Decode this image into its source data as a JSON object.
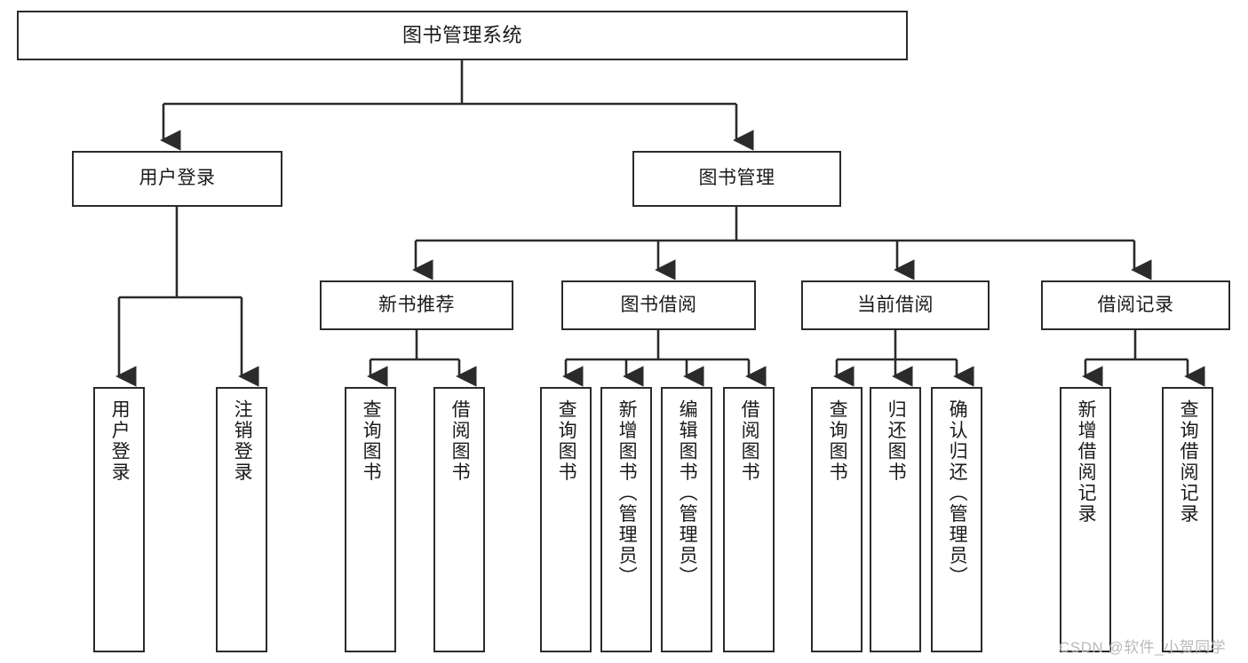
{
  "diagram": {
    "title": "图书管理系统",
    "type": "tree",
    "colors": {
      "stroke": "#2b2b2b",
      "fill": "#ffffff",
      "text": "#1a1a1a",
      "watermark": "#b9b9b9"
    },
    "watermark": "CSDN @软件_小贺同学"
  },
  "nodes": {
    "root": {
      "label": "图书管理系统"
    },
    "level2": [
      {
        "label": "用户登录"
      },
      {
        "label": "图书管理"
      }
    ],
    "level3": [
      {
        "label": "新书推荐"
      },
      {
        "label": "图书借阅"
      },
      {
        "label": "当前借阅"
      },
      {
        "label": "借阅记录"
      }
    ],
    "leaves": {
      "user_login": [
        {
          "label": "用户登录"
        },
        {
          "label": "注销登录"
        }
      ],
      "new_book": [
        {
          "label": "查询图书"
        },
        {
          "label": "借阅图书"
        }
      ],
      "book_borrow": [
        {
          "label": "查询图书"
        },
        {
          "label": "新增图书（管理员）"
        },
        {
          "label": "编辑图书（管理员）"
        },
        {
          "label": "借阅图书"
        }
      ],
      "current_borrow": [
        {
          "label": "查询图书"
        },
        {
          "label": "归还图书"
        },
        {
          "label": "确认归还（管理员）"
        }
      ],
      "borrow_record": [
        {
          "label": "新增借阅记录"
        },
        {
          "label": "查询借阅记录"
        }
      ]
    }
  }
}
